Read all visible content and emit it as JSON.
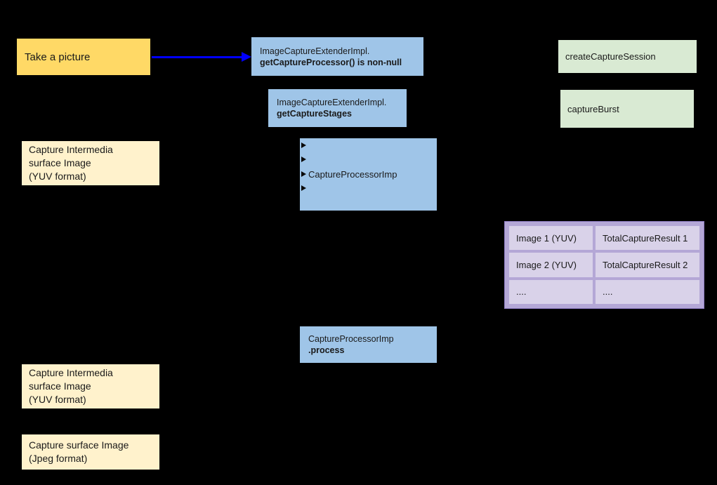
{
  "colors": {
    "background": "#000000",
    "yellow_box": "#ffd966",
    "cream_box": "#fff2cc",
    "blue_box": "#9fc5e8",
    "green_box": "#d9ead3",
    "purple_container": "#b4a7d6",
    "purple_cell": "#d9d2e9",
    "arrow": "#0000ff"
  },
  "nodes": {
    "take_picture": {
      "label": "Take a picture"
    },
    "get_capture_processor": {
      "line1": "ImageCaptureExtenderImpl.",
      "line2": "getCaptureProcessor() is non-null"
    },
    "get_capture_stages": {
      "line1": "ImageCaptureExtenderImpl.",
      "line2": "getCaptureStages"
    },
    "create_capture_session": {
      "label": "createCaptureSession"
    },
    "capture_burst": {
      "label": "captureBurst"
    },
    "capture_intermedia_top": {
      "line1": "Capture Intermedia",
      "line2": "surface Image",
      "line3": "(YUV format)"
    },
    "capture_processor_imp": {
      "label": "CaptureProcessorImp"
    },
    "capture_processor_process": {
      "line1": "CaptureProcessorImp",
      "line2": ".process"
    },
    "capture_intermedia_bottom": {
      "line1": "Capture Intermedia",
      "line2": "surface Image",
      "line3": "(YUV format)"
    },
    "capture_surface_jpeg": {
      "line1": "Capture surface Image",
      "line2": "(Jpeg format)"
    },
    "result_table": {
      "rows": [
        {
          "image": "Image 1 (YUV)",
          "result": "TotalCaptureResult 1"
        },
        {
          "image": "Image 2 (YUV)",
          "result": "TotalCaptureResult 2"
        },
        {
          "image": "....",
          "result": "...."
        }
      ]
    }
  }
}
